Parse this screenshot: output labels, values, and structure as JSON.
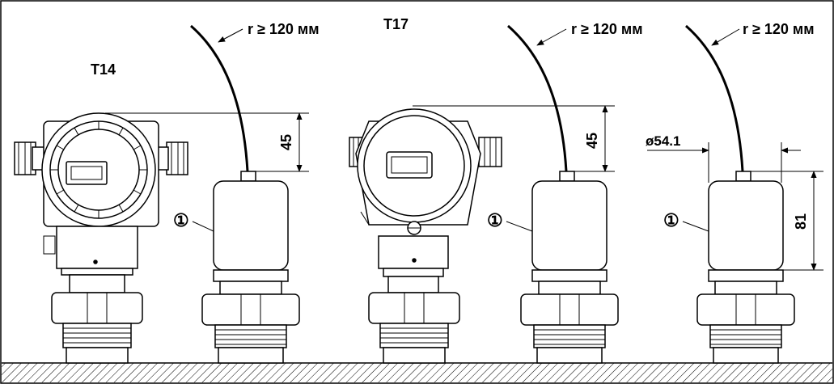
{
  "frame": {
    "border_color": "#000000",
    "background": "#ffffff"
  },
  "labels": {
    "t14": "T14",
    "t17": "T17",
    "radius_1": "r ≥ 120 мм",
    "radius_2": "r ≥ 120 мм",
    "radius_3": "r ≥ 120 мм",
    "dim_45_a": "45",
    "dim_45_b": "45",
    "dim_diameter": "ø54.1",
    "dim_81": "81",
    "callout_1": "①",
    "callout_2": "①",
    "callout_3": "①"
  },
  "icons": [
    "t14-housing-icon",
    "t17-housing-icon",
    "remote-sensor-icon",
    "cable-icon",
    "ground-hatch-icon"
  ]
}
